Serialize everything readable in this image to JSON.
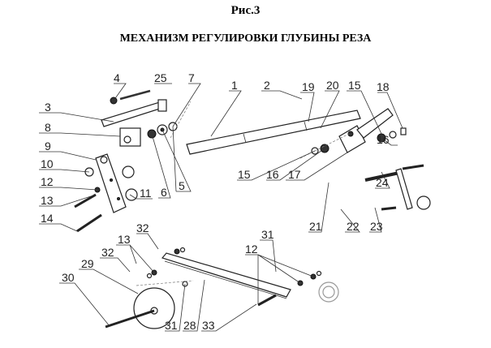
{
  "figure": {
    "title": "Рис.3",
    "subtitle": "МЕХАНИЗМ РЕГУЛИРОВКИ ГЛУБИНЫ РЕЗА"
  },
  "labels": [
    "4",
    "25",
    "7",
    "3",
    "8",
    "9",
    "10",
    "12",
    "13",
    "14",
    "11",
    "6",
    "5",
    "1",
    "2",
    "19",
    "20",
    "15",
    "18",
    "16",
    "15",
    "16",
    "17",
    "24",
    "21",
    "22",
    "23",
    "32",
    "13",
    "32",
    "29",
    "30",
    "12",
    "31",
    "31",
    "28",
    "33"
  ]
}
